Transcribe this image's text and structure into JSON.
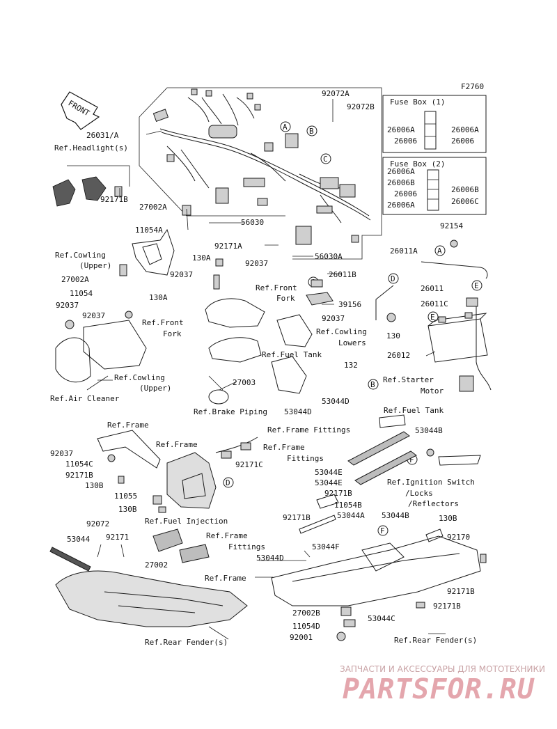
{
  "figure_code": "F2760",
  "front_arrow_label": "FRONT",
  "fuse_box_1": {
    "title": "Fuse Box (1)",
    "left": [
      "26006A",
      "26006"
    ],
    "right": [
      "26006A",
      "26006"
    ]
  },
  "fuse_box_2": {
    "title": "Fuse Box (2)",
    "left": [
      "26006A",
      "26006B",
      "26006",
      "26006A"
    ],
    "right": [
      "26006B",
      "26006C"
    ]
  },
  "callouts": [
    "A",
    "B",
    "C",
    "D",
    "E",
    "F"
  ],
  "labels": {
    "harness": "26031/A",
    "headlight1": "Ref.Headlight(s)",
    "p92072A": "92072A",
    "p92072B": "92072B",
    "p92171B_hl": "92171B",
    "p27002A": "27002A",
    "p11054A": "11054A",
    "p56030": "56030",
    "p56030A": "56030A",
    "p92171A": "92171A",
    "p130A_1": "130A",
    "cowl_upper1": "Ref.Cowling",
    "cowl_upper2": "(Upper)",
    "p27002A_2": "27002A",
    "p11054": "11054",
    "p130A_2": "130A",
    "p92037_1": "92037",
    "p92037_2": "92037",
    "p92037_3": "92037",
    "p92037_4": "92037",
    "p92037_5": "92037",
    "front_fork1a": "Ref.Front",
    "front_fork1b": "Fork",
    "front_fork2a": "Ref.Front",
    "front_fork2b": "Fork",
    "p26011B": "26011B",
    "p39156": "39156",
    "p92154": "92154",
    "p26011A": "26011A",
    "p26011": "26011",
    "p26011C": "26011C",
    "cowl_low1": "Ref.Cowling",
    "cowl_low2": "Lowers",
    "p130": "130",
    "p26012": "26012",
    "p132": "132",
    "fuel_tank1": "Ref.Fuel Tank",
    "fuel_tank2": "Ref.Fuel Tank",
    "starter1": "Ref.Starter",
    "starter2": "Motor",
    "cowl_upper3": "Ref.Cowling",
    "cowl_upper4": "(Upper)",
    "p27003": "27003",
    "p53044D_1": "53044D",
    "p53044D_2": "53044D",
    "p53044D_3": "53044D",
    "air_cleaner": "Ref.Air Cleaner",
    "brake": "Ref.Brake Piping",
    "frame_fittings1": "Ref.Frame Fittings",
    "frame1": "Ref.Frame",
    "frame2": "Ref.Frame",
    "frame3": "Ref.Frame",
    "p92037_6": "92037",
    "p11054C": "11054C",
    "p92171B_1": "92171B",
    "p130B_1": "130B",
    "p11055": "11055",
    "p130B_2": "130B",
    "p92171C": "92171C",
    "frame_fit2a": "Ref.Frame",
    "frame_fit2b": "Fittings",
    "p53044B_1": "53044B",
    "p53044E_1": "53044E",
    "p53044E_2": "53044E",
    "ign1": "Ref.Ignition Switch",
    "ign2": "/Locks",
    "ign3": "/Reflectors",
    "p92171B_2": "92171B",
    "p11054B": "11054B",
    "p92171B_3": "92171B",
    "p53044A": "53044A",
    "p53044B_2": "53044B",
    "p130B_3": "130B",
    "p92170": "92170",
    "p92072": "92072",
    "p92171": "92171",
    "fuel_inj": "Ref.Fuel Injection",
    "frame_fit3a": "Ref.Frame",
    "frame_fit3b": "Fittings",
    "p53044": "53044",
    "p27002": "27002",
    "p53044F": "53044F",
    "p92171B_4": "92171B",
    "p92171B_5": "92171B",
    "p27002B": "27002B",
    "p53044C": "53044C",
    "p11054D": "11054D",
    "p92001": "92001",
    "rear_fender1": "Ref.Rear Fender(s)",
    "rear_fender2": "Ref.Rear Fender(s)"
  },
  "watermark": {
    "line1": "ЗАПЧАСТИ И АКСЕССУАРЫ ДЛЯ МОТОТЕХНИКИ",
    "line2": "PARTSFOR.RU"
  }
}
